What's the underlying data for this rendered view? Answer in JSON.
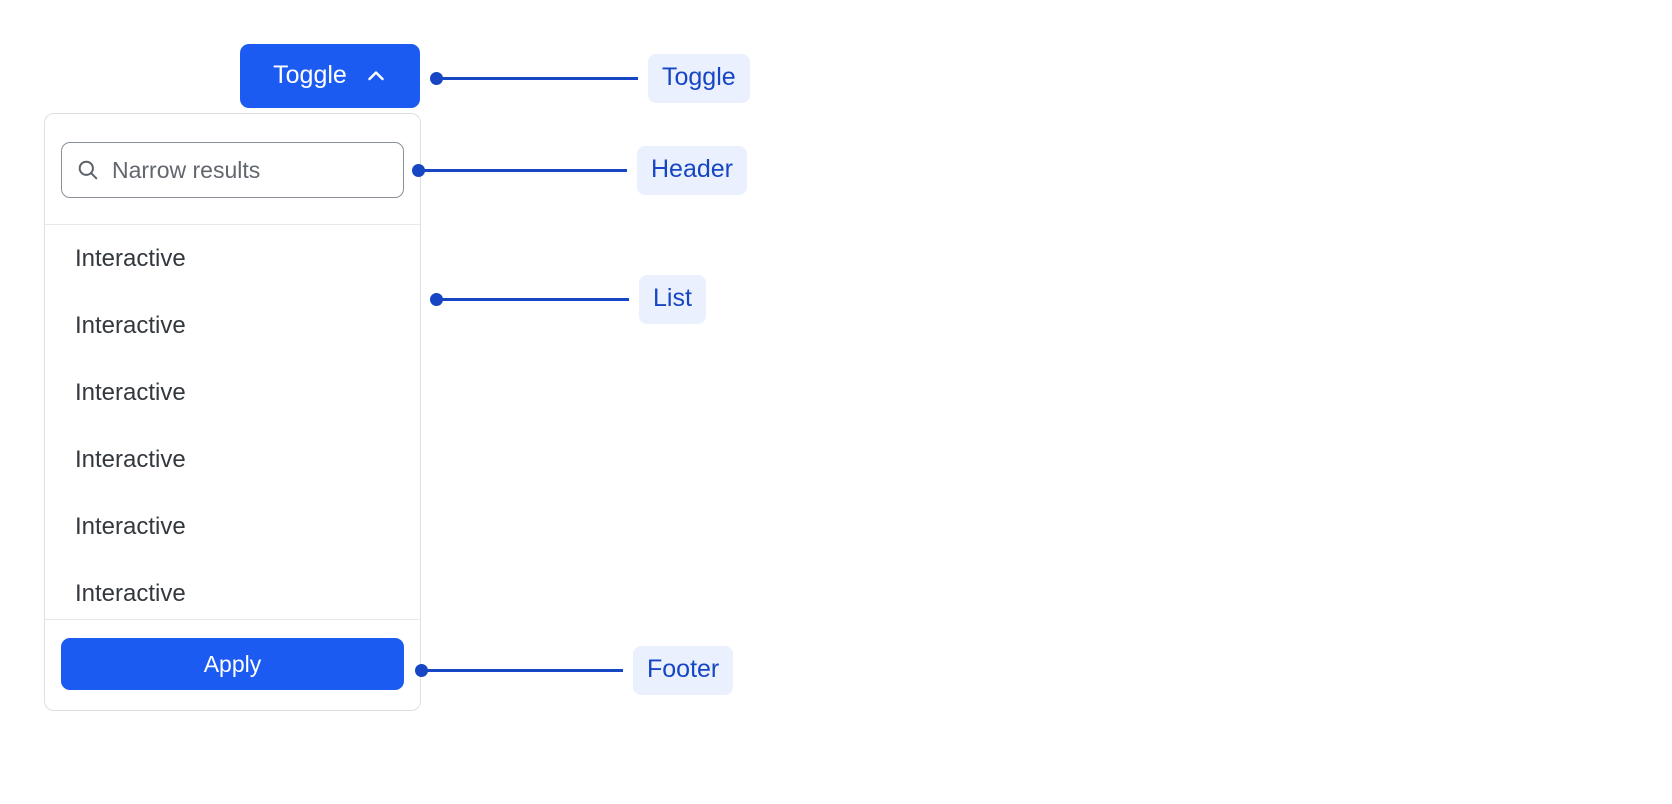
{
  "toggle": {
    "label": "Toggle",
    "icon": "chevron-up-icon",
    "background_color": "#1B5BF2",
    "text_color": "#FFFFFF"
  },
  "dropdown": {
    "header": {
      "search": {
        "icon": "search-icon",
        "placeholder": "Narrow results",
        "value": ""
      }
    },
    "list": {
      "items": [
        {
          "label": "Interactive"
        },
        {
          "label": "Interactive"
        },
        {
          "label": "Interactive"
        },
        {
          "label": "Interactive"
        },
        {
          "label": "Interactive"
        },
        {
          "label": "Interactive"
        }
      ]
    },
    "footer": {
      "apply_label": "Apply",
      "apply_background_color": "#1B5BF2"
    },
    "border_color": "#DCDFE4",
    "background_color": "#FFFFFF"
  },
  "annotations": {
    "accent_color": "#1746C4",
    "pill_background_color": "#EAF0FD",
    "items": [
      {
        "label": "Toggle"
      },
      {
        "label": "Header"
      },
      {
        "label": "List"
      },
      {
        "label": "Footer"
      }
    ]
  }
}
